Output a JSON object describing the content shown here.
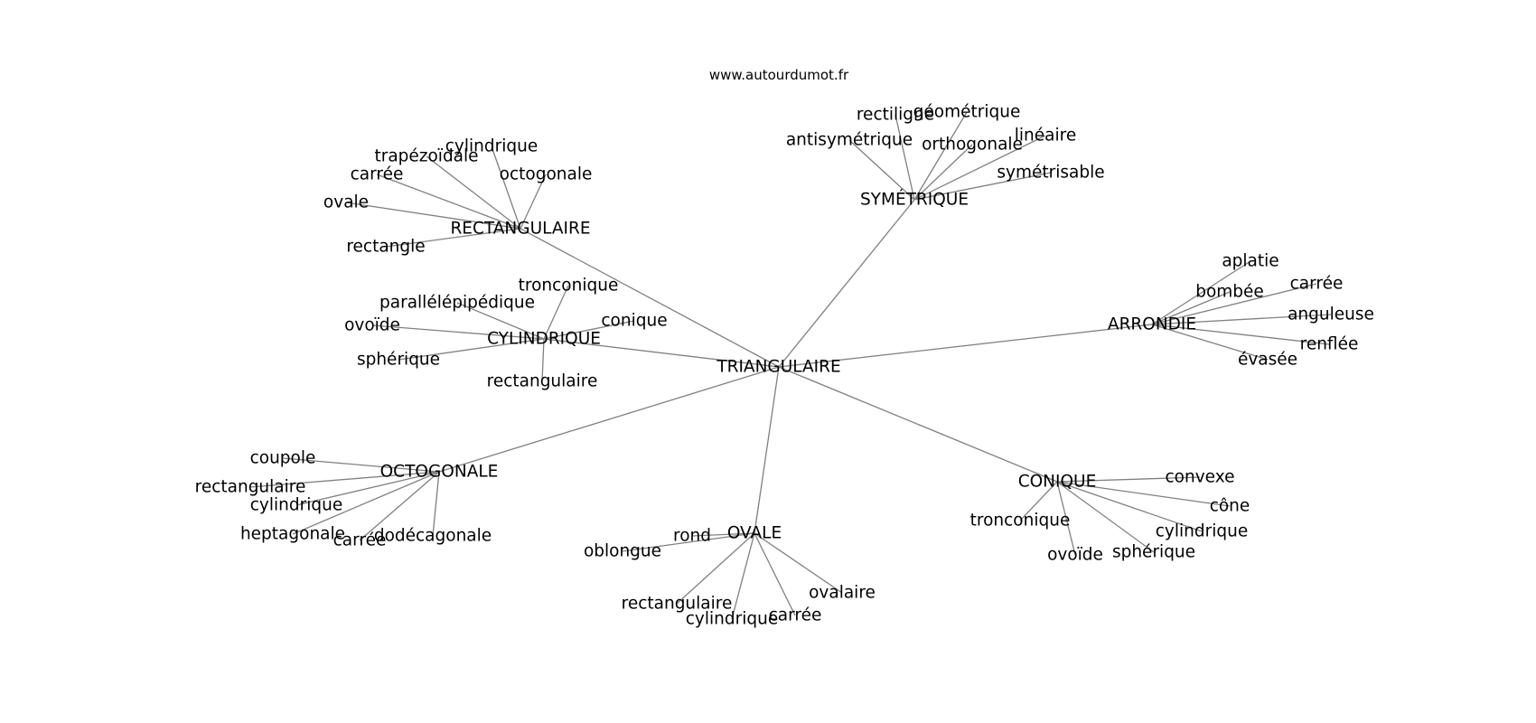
{
  "source": "www.autourdumot.fr",
  "graph": {
    "root": "TRIANGULAIRE",
    "clusters": [
      {
        "label": "RECTANGULAIRE",
        "leaves": [
          "cylindrique",
          "trapézoïdale",
          "carrée",
          "octogonale",
          "ovale",
          "rectangle"
        ]
      },
      {
        "label": "SYMÉTRIQUE",
        "leaves": [
          "rectiligne",
          "géométrique",
          "antisymétrique",
          "orthogonale",
          "linéaire",
          "symétrisable"
        ]
      },
      {
        "label": "CYLINDRIQUE",
        "leaves": [
          "tronconique",
          "parallélépipédique",
          "conique",
          "ovoïde",
          "sphérique",
          "rectangulaire"
        ]
      },
      {
        "label": "ARRONDIE",
        "leaves": [
          "aplatie",
          "carrée",
          "bombée",
          "anguleuse",
          "renflée",
          "évasée"
        ]
      },
      {
        "label": "OCTOGONALE",
        "leaves": [
          "coupole",
          "rectangulaire",
          "cylindrique",
          "heptagonale",
          "carrée",
          "dodécagonale"
        ]
      },
      {
        "label": "OVALE",
        "leaves": [
          "rond",
          "oblongue",
          "ovalaire",
          "rectangulaire",
          "carrée",
          "cylindrique"
        ]
      },
      {
        "label": "CONIQUE",
        "leaves": [
          "convexe",
          "cône",
          "tronconique",
          "cylindrique",
          "sphérique",
          "ovoïde"
        ]
      }
    ]
  }
}
